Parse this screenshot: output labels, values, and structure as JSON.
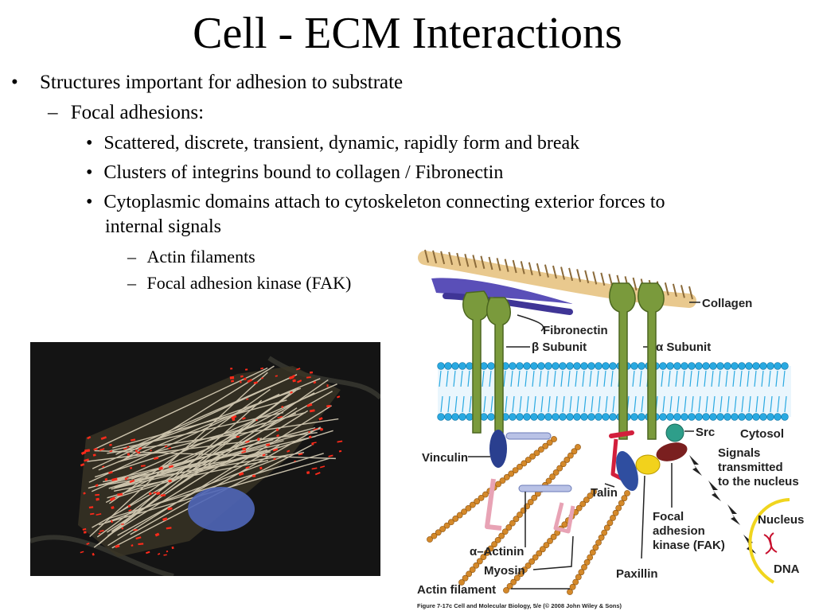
{
  "slide": {
    "title": "Cell - ECM Interactions",
    "bullet_marker": "•",
    "dash_marker": "–",
    "bullets": [
      "Structures important for adhesion to substrate",
      "Focal adhesions:",
      "Scattered, discrete, transient, dynamic, rapidly form and break",
      "Clusters of integrins bound to collagen / Fibronectin",
      "Cytoplasmic domains attach to cytoskeleton connecting exterior forces to",
      "internal signals",
      "Actin filaments",
      "Focal adhesion kinase (FAK)"
    ]
  },
  "diagram": {
    "labels": {
      "collagen": "Collagen",
      "fibronectin": "Fibronectin",
      "beta_subunit": "β Subunit",
      "alpha_subunit": "α Subunit",
      "src": "Src",
      "cytosol": "Cytosol",
      "signals_1": "Signals",
      "signals_2": "transmitted",
      "signals_3": "to the nucleus",
      "vinculin": "Vinculin",
      "talin": "Talin",
      "focal_1": "Focal",
      "focal_2": "adhesion",
      "focal_3": "kinase (FAK)",
      "nucleus": "Nucleus",
      "dna": "DNA",
      "alpha_actinin": "α–Actinin",
      "myosin": "Myosin",
      "paxillin": "Paxillin",
      "actin_filament": "Actin filament"
    },
    "caption": "Figure 7-17c  Cell and Molecular Biology, 5/e (© 2008 John Wiley & Sons)",
    "colors": {
      "membrane": "#29a9e1",
      "integrin": "#7a9a3c",
      "actin": "#d4892a",
      "src": "#2e9e8a",
      "fak": "#7a1f1f",
      "paxillin": "#f2d21c",
      "talin": "#2f4ea0",
      "vinculin": "#2a3f8f",
      "nucleus_envelope": "#f0d51e"
    }
  },
  "photo": {
    "colors": {
      "background": "#141414",
      "stress_fibers": "#e6dcc4",
      "focal_adhesions": "#ff2a1a",
      "nucleus": "#4f66b8"
    }
  }
}
